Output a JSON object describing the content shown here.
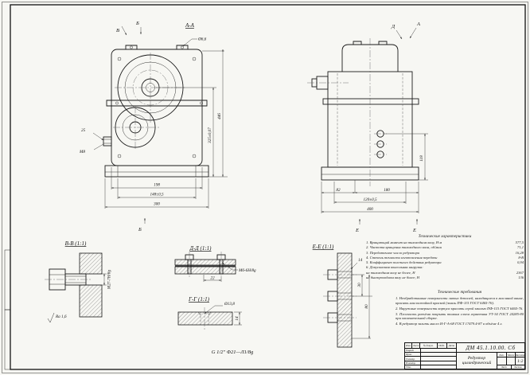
{
  "labels": {
    "front_section": "А-А",
    "front_arrow_v": "В",
    "front_arrow_b_top": "Б",
    "front_arrow_b_bottom": "Б",
    "side_arrow_d": "Д",
    "side_arrow_a": "А",
    "side_arrow_e1": "Е",
    "side_arrow_e2": "Е"
  },
  "front_dims": {
    "leader_plug": "25",
    "leader_thread": "М8",
    "leader_hole": "Ø6,6",
    "h_body": "198",
    "h_feet": "148±0,5",
    "h_total": "300",
    "v_axis": "325±0,07",
    "v_total": "446"
  },
  "side_dims": {
    "b1": "82",
    "b2": "180",
    "b3": "120±0,5",
    "b4": "400",
    "v_right": "118"
  },
  "details": {
    "bb": {
      "title": "В-В (1:1)",
      "thread": "М27-7Н/8g",
      "rough": "Ra 1,6"
    },
    "dd": {
      "title": "Д-Д (1:1)",
      "dim": "22",
      "thread": "М6-6Н/8g"
    },
    "gg": {
      "title": "Г-Г (1:1)",
      "hole": "Ø13,8",
      "dim": "14"
    },
    "ee": {
      "title": "Е-Е (1:1)",
      "d1": "14",
      "d2": "30",
      "d3": "80"
    },
    "note_g": "G 1/2″  Ф21—Л1/8g"
  },
  "tech_chars": {
    "title": "Технические характеристики",
    "items": [
      {
        "label": "1. Вращающий момент на тихоходном валу, Н·м",
        "value": "577,5"
      },
      {
        "label": "2. Частота вращения тихоходного вала, об/мин",
        "value": "71,1"
      },
      {
        "label": "3. Передаточное число редуктора",
        "value": "16,28"
      },
      {
        "label": "4. Степень точности изготовления передачи",
        "value": "8-В"
      },
      {
        "label": "5. Коэффициент полезного действия редуктора",
        "value": "0,94"
      },
      {
        "label": "6. Допускаемая консольная нагрузка:",
        "value": ""
      },
      {
        "label": "    на тихоходном валу не более, Н",
        "value": "2367"
      },
      {
        "label": "    на быстроходном валу не более, Н",
        "value": "136"
      }
    ]
  },
  "tech_reqs": {
    "title": "Технические требования",
    "items": [
      "1. Необработанные поверхности литых деталей, находящиеся в масляной ванне, красить маслостойкой краской (эмаль ПФ-115 ГОСТ 6465-76).",
      "2. Наружные поверхности корпуса красить серой эмалью ПФ-115 ГОСТ 6465-76.",
      "3. Плоскость разъёма покрыть тонким слоем герметика УТ-34 ГОСТ 24285-80 при окончательной сборке.",
      "4. В редуктор залить масло И-Г-А-68 ГОСТ 17479.4-87 в объёме 4 л."
    ]
  },
  "title_block": {
    "doc_number": "ДМ 45.1.10.00. Сб",
    "title": "Редуктор цилиндрический",
    "scale": "1:2",
    "col_izm": "Изм.",
    "col_list": "Лист",
    "col_doc": "№ докум.",
    "col_podp": "Подп.",
    "col_data": "Дата",
    "row_razrab": "Разраб.",
    "row_prov": "Пров.",
    "row_tkontr": "Т.контр.",
    "row_nkontr": "Н.контр.",
    "row_utv": "Утв.",
    "lit": "Лит.",
    "mass": "Масса",
    "masshtab": "Масштаб",
    "list": "Лист",
    "listov": "Листов"
  }
}
